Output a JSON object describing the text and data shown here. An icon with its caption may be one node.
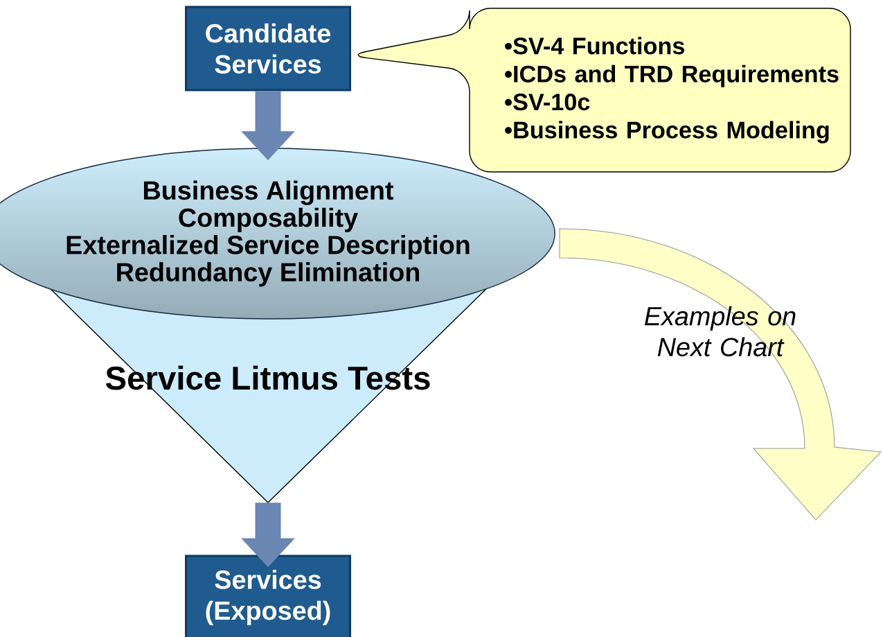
{
  "diagram": {
    "nodes": [
      {
        "text": [
          "Candidate Services"
        ]
      },
      {
        "text": [
          "•SV-4 Functions",
          "•ICDs and TRD Requirements",
          "•SV-10c",
          "•Business Process Modeling"
        ]
      },
      {
        "text": [
          "Service Litmus Tests"
        ]
      },
      {
        "text": [
          "Business Alignment",
          "Composability",
          "Externalized Service Description",
          "Redundancy Elimination"
        ]
      },
      {
        "text": [
          "Services (Exposed)"
        ]
      },
      {
        "text": [
          "Examples on Next Chart"
        ]
      }
    ],
    "edges": [
      {
        "from": 0,
        "to": 3,
        "arrow": "to"
      },
      {
        "from": 2,
        "to": 4,
        "arrow": "to"
      }
    ]
  }
}
